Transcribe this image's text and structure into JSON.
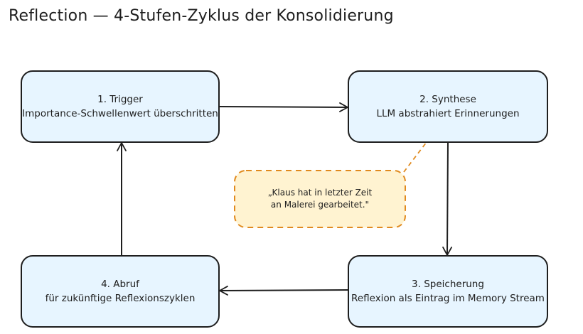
{
  "title": "Reflection — 4-Stufen-Zyklus der Konsolidierung",
  "colors": {
    "box_fill": "#e7f5ff",
    "box_stroke": "#1e1e1e",
    "note_fill": "#fff3d1",
    "note_stroke": "#e08a1e",
    "arrow": "#1e1e1e"
  },
  "steps": [
    {
      "heading": "1. Trigger",
      "subtitle": "Importance-Schwellenwert überschritten"
    },
    {
      "heading": "2. Synthese",
      "subtitle": "LLM abstrahiert Erinnerungen"
    },
    {
      "heading": "3. Speicherung",
      "subtitle": "Reflexion als Eintrag im Memory Stream"
    },
    {
      "heading": "4. Abruf",
      "subtitle": "für zukünftige Reflexionszyklen"
    }
  ],
  "note": {
    "line1": "„Klaus hat in letzter Zeit",
    "line2": "an Malerei gearbeitet.\""
  }
}
